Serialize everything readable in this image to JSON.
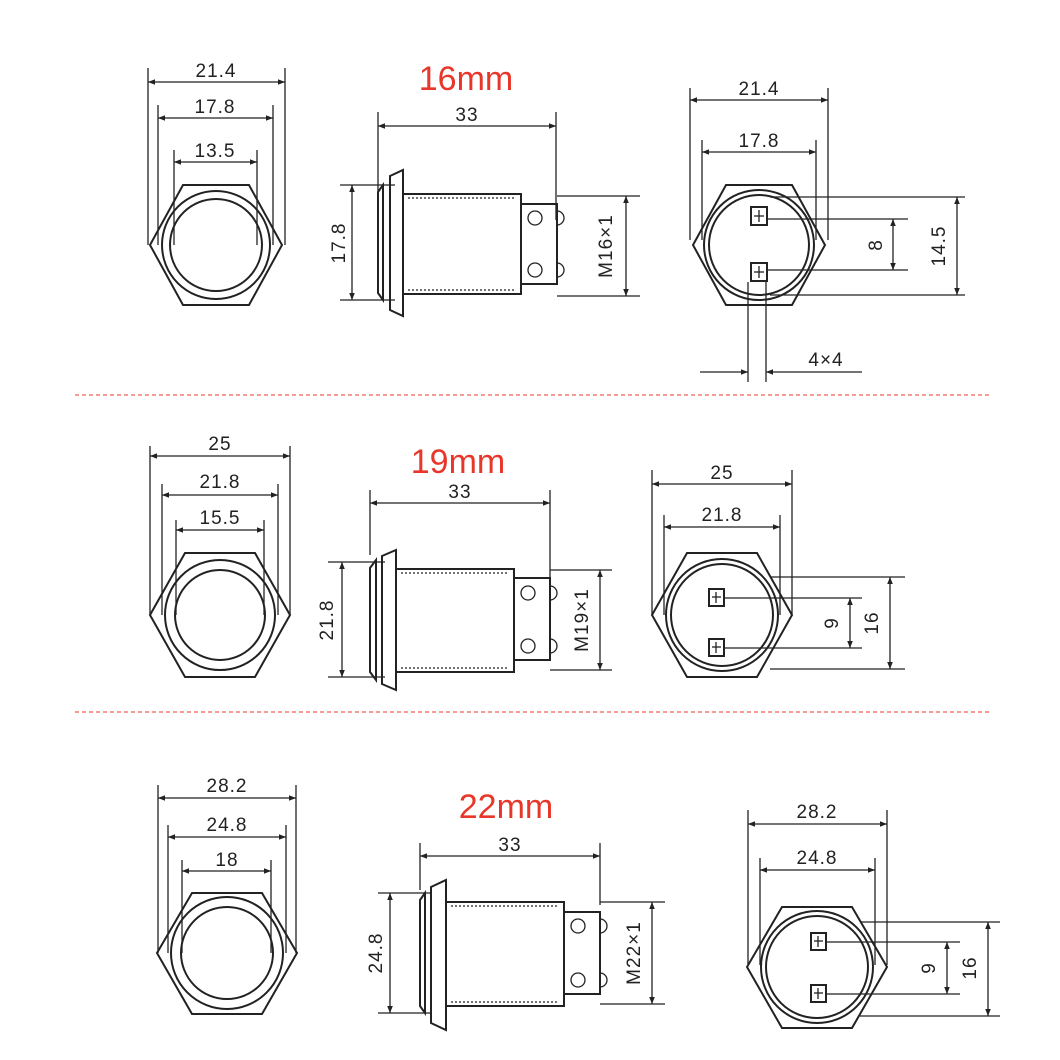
{
  "colors": {
    "title": "#e8372a",
    "line": "#222222",
    "separator": "#e8372a"
  },
  "sections": [
    {
      "title": "16mm",
      "front": {
        "outer": "21.4",
        "middle": "17.8",
        "inner": "13.5"
      },
      "side": {
        "length": "33",
        "height": "17.8",
        "thread": "M16×1"
      },
      "back": {
        "outer": "21.4",
        "middle": "17.8",
        "pin_spacing": "8",
        "overall": "14.5",
        "terminal": "4×4"
      }
    },
    {
      "title": "19mm",
      "front": {
        "outer": "25",
        "middle": "21.8",
        "inner": "15.5"
      },
      "side": {
        "length": "33",
        "height": "21.8",
        "thread": "M19×1"
      },
      "back": {
        "outer": "25",
        "middle": "21.8",
        "pin_spacing": "9",
        "overall": "16"
      }
    },
    {
      "title": "22mm",
      "front": {
        "outer": "28.2",
        "middle": "24.8",
        "inner": "18"
      },
      "side": {
        "length": "33",
        "height": "24.8",
        "thread": "M22×1"
      },
      "back": {
        "outer": "28.2",
        "middle": "24.8",
        "pin_spacing": "9",
        "overall": "16"
      }
    }
  ]
}
